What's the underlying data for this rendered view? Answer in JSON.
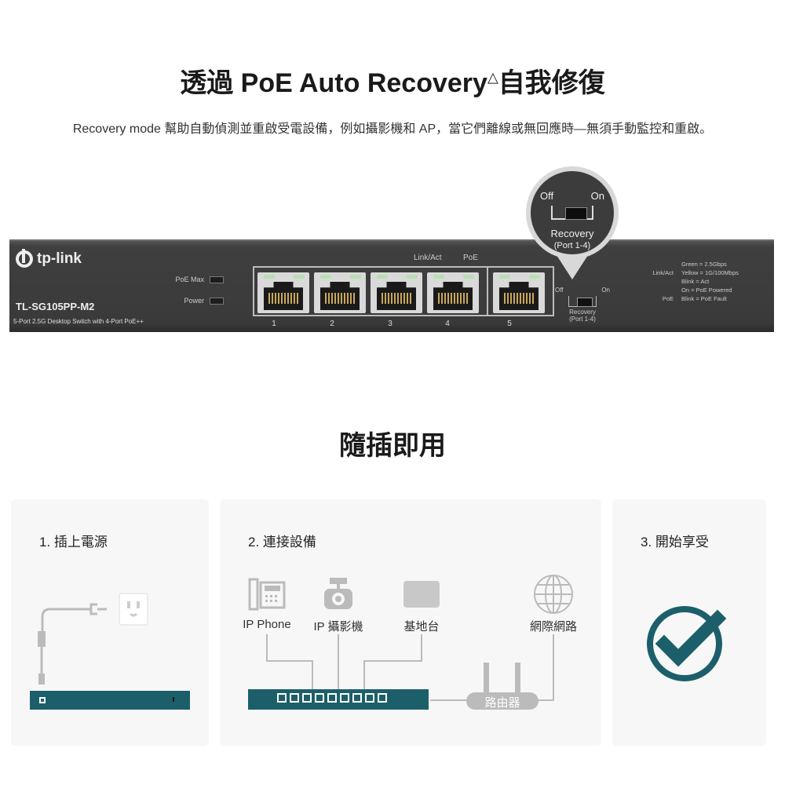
{
  "title": {
    "main": "透過 PoE Auto Recovery",
    "mark": "△",
    "tail": "自我修復"
  },
  "subtitle": "Recovery mode 幫助自動偵測並重啟受電設備，例如攝影機和 AP，當它們離線或無回應時—無須手動監控和重啟。",
  "device": {
    "brand": "tp-link",
    "model": "TL-SG105PP-M2",
    "description": "5-Port 2.5G Desktop Switch with 4-Port PoE++",
    "led_poe_max": "PoE Max",
    "led_power": "Power",
    "label_link_act": "Link/Act",
    "label_poe": "PoE",
    "ports": [
      "1",
      "2",
      "3",
      "4",
      "5"
    ],
    "switch": {
      "off": "Off",
      "on": "On",
      "recovery": "Recovery",
      "ports": "(Port 1-4)"
    },
    "legend": {
      "link_key": "Link/Act",
      "link_green": "Green  =  2.5Gbps",
      "link_yellow": "Yellow  =  1G/100Mbps",
      "link_blink": "Blink  =  Act",
      "poe_key": "PoE",
      "poe_on": "On  =  PoE Powered",
      "poe_blink": "Blink  =  PoE Fault"
    }
  },
  "callout": {
    "off": "Off",
    "on": "On",
    "recovery": "Recovery",
    "ports": "(Port 1-4)"
  },
  "plug_title": "隨插即用",
  "steps": {
    "step1": "1. 插上電源",
    "step2": "2. 連接設備",
    "step3": "3. 開始享受"
  },
  "devices": {
    "ip_phone": "IP Phone",
    "ip_camera": "IP 攝影機",
    "base_station": "基地台",
    "internet": "網際網路",
    "router": "路由器"
  },
  "colors": {
    "teal": "#1c5f6a",
    "device": "#3a3a3a",
    "panel": "#f7f7f7"
  }
}
